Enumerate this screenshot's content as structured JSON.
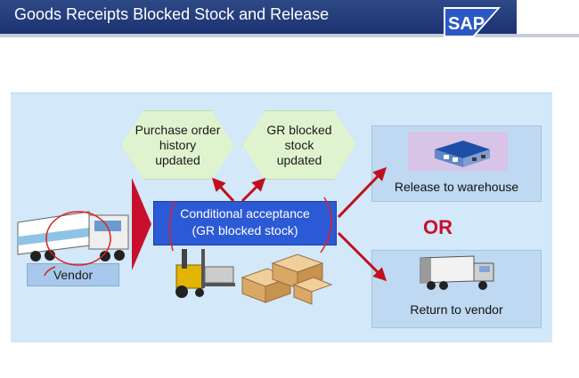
{
  "header": {
    "title": "Goods Receipts Blocked Stock and Release",
    "logo_text": "SAP"
  },
  "diagram": {
    "bubble_po": [
      "Purchase order",
      "history",
      "updated"
    ],
    "bubble_gr": [
      "GR blocked",
      "stock",
      "updated"
    ],
    "center_box": [
      "Conditional acceptance",
      "(GR blocked stock)"
    ],
    "release_label": "Release to warehouse",
    "return_label": "Return to vendor",
    "vendor_label": "Vendor",
    "or_label": "OR"
  },
  "colors": {
    "header_bg": "#1c3272",
    "panel_bg": "#d3e8f8",
    "bubble_bg": "#e0f3cf",
    "center_box_bg": "#2c5ad6",
    "arrow_red": "#c0101c",
    "annotation_red": "#e02020"
  },
  "icons": [
    "sap-logo",
    "truck-icon",
    "warehouse-icon",
    "forklift-icon",
    "boxes-icon",
    "red-triangle-arrow-icon"
  ]
}
